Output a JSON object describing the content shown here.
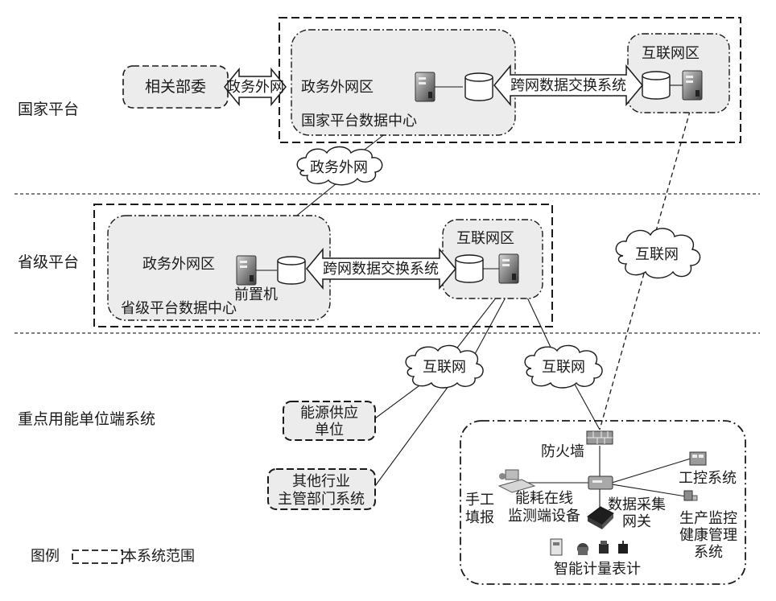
{
  "levels": {
    "national": "国家平台",
    "provincial": "省级平台",
    "enterprise": "重点用能单位端系统"
  },
  "national": {
    "related_ministry": "相关部委",
    "gov_extranet_arrow": "政务外网",
    "gov_extranet_zone": "政务外网区",
    "data_center": "国家平台数据中心",
    "cross_network_exchange": "跨网数据交换系统",
    "internet_zone": "互联网区"
  },
  "clouds": {
    "gov_extranet": "政务外网",
    "internet_right": "互联网",
    "internet_a": "互联网",
    "internet_b": "互联网"
  },
  "provincial": {
    "gov_extranet_zone": "政务外网区",
    "front_machine": "前置机",
    "data_center": "省级平台数据中心",
    "cross_network_exchange": "跨网数据交换系统",
    "internet_zone": "互联网区"
  },
  "enterprise": {
    "energy_supplier_line1": "能源供应",
    "energy_supplier_line2": "单位",
    "other_sector_line1": "其他行业",
    "other_sector_line2": "主管部门系统",
    "firewall": "防火墙",
    "manual_line1": "手工",
    "manual_line2": "填报",
    "monitor_device_line1": "能耗在线",
    "monitor_device_line2": "监测端设备",
    "gateway_line1": "数据采集",
    "gateway_line2": "网关",
    "industrial_control": "工控系统",
    "health_mgmt_line1": "生产监控",
    "health_mgmt_line2": "健康管理",
    "health_mgmt_line3": "系统",
    "smart_meters": "智能计量表计"
  },
  "legend": {
    "prefix": "图例",
    "label": "本系统范围"
  },
  "colors": {
    "zone_fill": "#ececec",
    "stroke": "#1a1a1a",
    "server_dark": "#555555",
    "server_light": "#bcbcbc"
  }
}
